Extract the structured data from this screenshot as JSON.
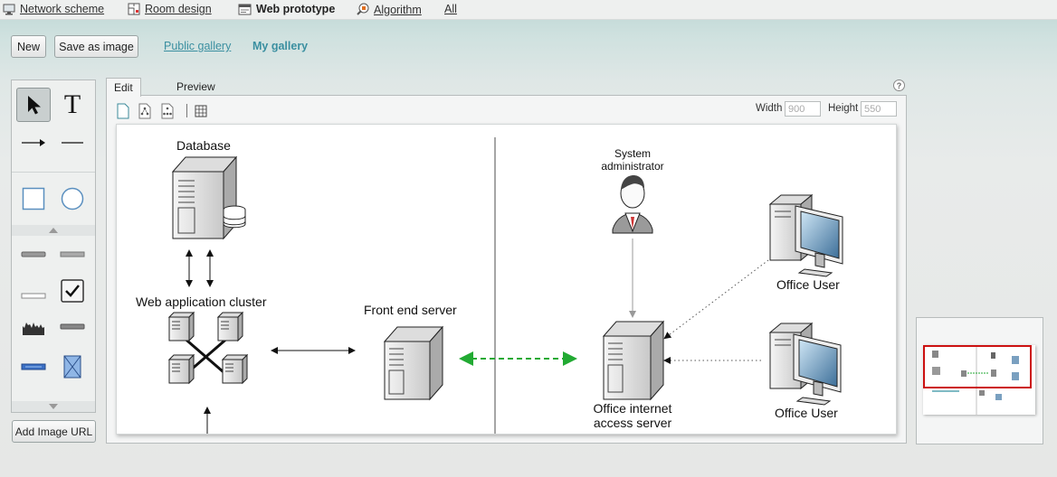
{
  "topnav": {
    "items": [
      {
        "label": "Network scheme",
        "icon": "monitor-icon",
        "active": false
      },
      {
        "label": "Room design",
        "icon": "floorplan-icon",
        "active": false
      },
      {
        "label": "Web prototype",
        "icon": "window-icon",
        "active": true
      },
      {
        "label": "Algorithm",
        "icon": "flowchart-icon",
        "active": false
      },
      {
        "label": "All",
        "icon": "",
        "active": false
      }
    ]
  },
  "toolbar": {
    "new_label": "New",
    "save_label": "Save as image",
    "public_gallery": "Public gallery",
    "my_gallery": "My gallery"
  },
  "palette": {
    "tools": [
      "pointer-tool",
      "text-tool",
      "arrow-line-tool",
      "line-tool",
      "rectangle-tool",
      "circle-tool"
    ],
    "widgets": [
      "button-widget",
      "textbox-widget",
      "input-widget",
      "checkbox-widget",
      "chart-widget",
      "dropdown-widget",
      "slider-widget",
      "image-placeholder-widget"
    ],
    "text_tool_glyph": "T",
    "add_image_url": "Add Image URL"
  },
  "editor": {
    "tabs": [
      {
        "label": "Edit",
        "active": true
      },
      {
        "label": "Preview",
        "active": false
      }
    ],
    "help_glyph": "?",
    "width_label": "Width",
    "width_value": "900",
    "height_label": "Height",
    "height_value": "550"
  },
  "diagram": {
    "database": "Database",
    "cluster": "Web application cluster",
    "front_end": "Front end server",
    "admin_line1": "System",
    "admin_line2": "administrator",
    "office_user_1": "Office User",
    "office_user_2": "Office User",
    "access_server_line1": "Office internet",
    "access_server_line2": "access server"
  },
  "colors": {
    "accent_link": "#3a8fa0",
    "green_connector": "#22aa33",
    "minimap_frame": "#cc1111"
  }
}
